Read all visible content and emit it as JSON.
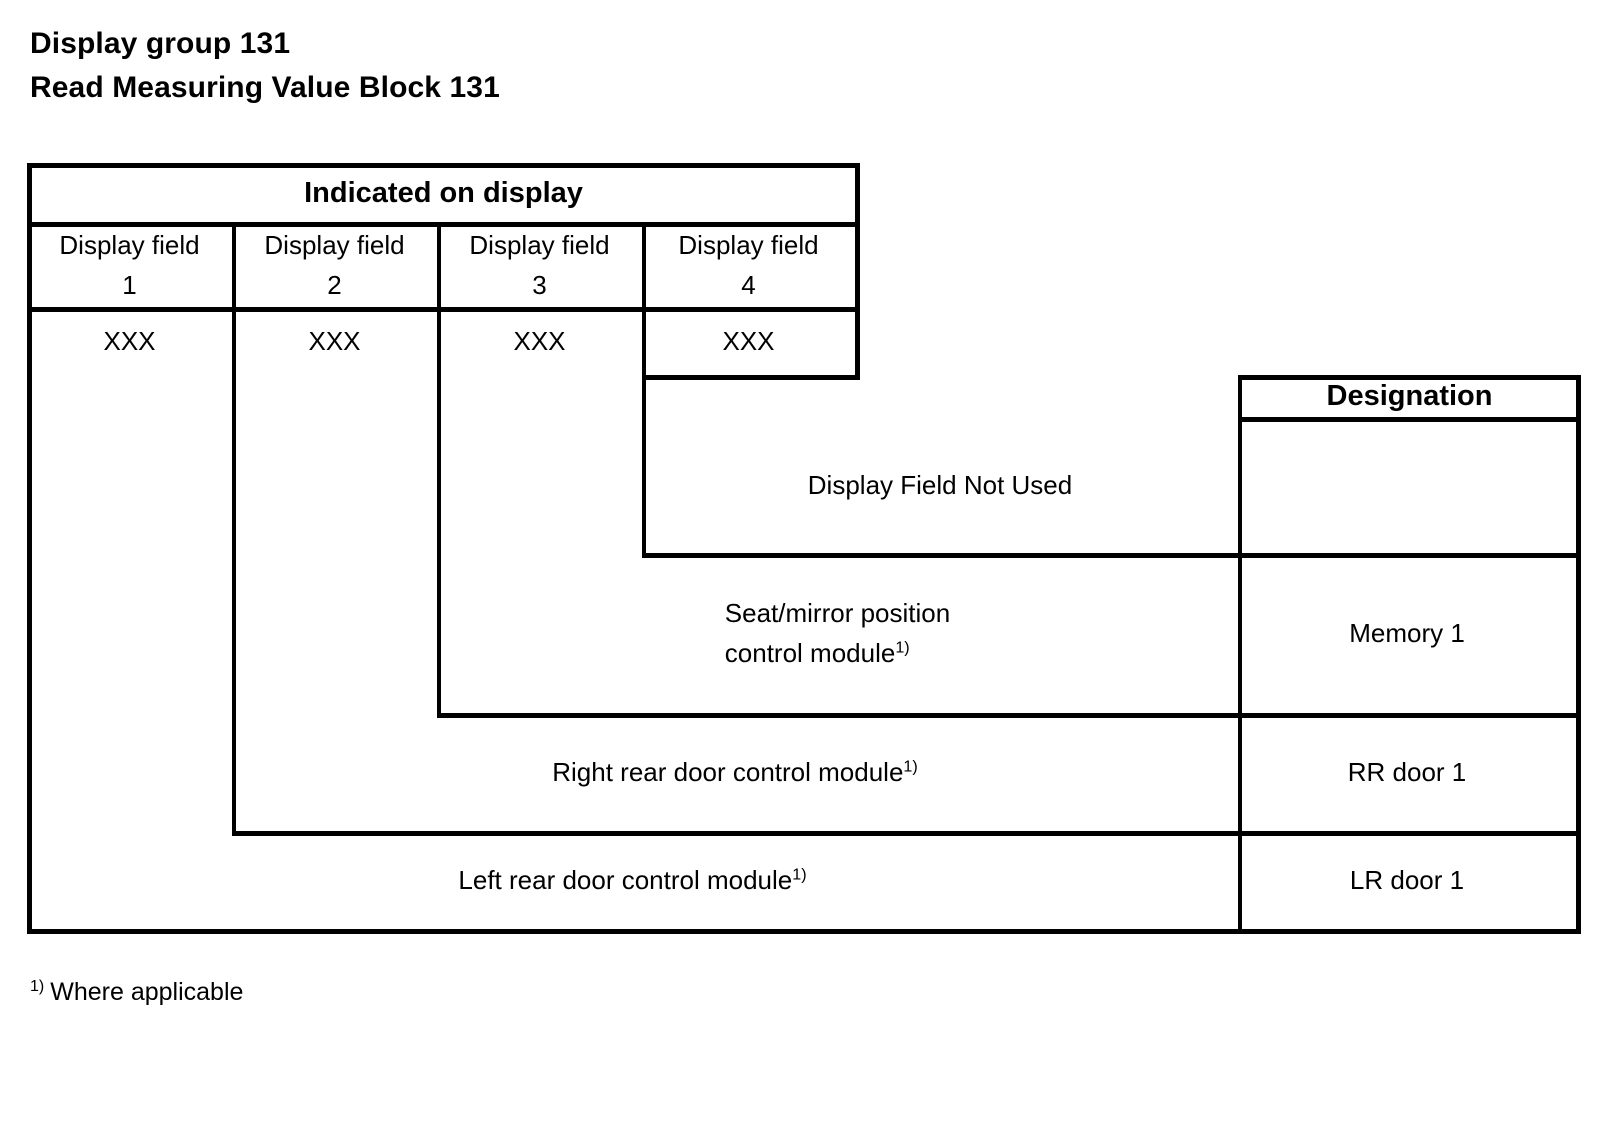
{
  "heading": {
    "line1": "Display group 131",
    "line2": "Read Measuring Value Block 131"
  },
  "table": {
    "group_header": "Indicated on display",
    "designation_header": "Designation",
    "display_fields": [
      {
        "label": "Display field",
        "number": "1",
        "value": "XXX"
      },
      {
        "label": "Display field",
        "number": "2",
        "value": "XXX"
      },
      {
        "label": "Display field",
        "number": "3",
        "value": "XXX"
      },
      {
        "label": "Display field",
        "number": "4",
        "value": "XXX"
      }
    ],
    "rows": [
      {
        "description": "Display Field Not Used",
        "description_line2": "",
        "footnote_mark": "",
        "designation": ""
      },
      {
        "description": "Seat/mirror position",
        "description_line2": "control module",
        "footnote_mark": "1)",
        "designation": "Memory 1"
      },
      {
        "description": "Right rear door control module",
        "description_line2": "",
        "footnote_mark": "1)",
        "designation": "RR door 1"
      },
      {
        "description": "Left rear door control module",
        "description_line2": "",
        "footnote_mark": "1)",
        "designation": "LR door 1"
      }
    ]
  },
  "footnote": {
    "mark": "1)",
    "text": "Where applicable"
  },
  "colors": {
    "ink": "#000000",
    "paper": "#ffffff"
  }
}
